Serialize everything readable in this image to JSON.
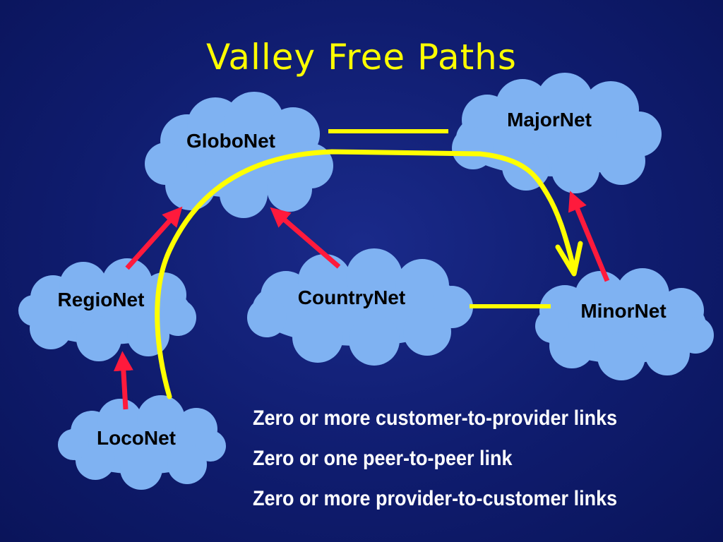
{
  "slide": {
    "title": "Valley Free Paths"
  },
  "nodes": {
    "globonet": "GloboNet",
    "majornet": "MajorNet",
    "regionet": "RegioNet",
    "countrynet": "CountryNet",
    "minornet": "MinorNet",
    "loconet": "LocoNet"
  },
  "bullets": [
    "Zero or more customer-to-provider links",
    "Zero or one peer-to-peer link",
    "Zero or more provider-to-customer links"
  ],
  "colors": {
    "background": "#0f1c6e",
    "cloud": "#7fb2f2",
    "title": "#ffff00",
    "peer_link": "#ffff00",
    "customer_provider_arrow": "#ff1a3c",
    "path": "#ffff00",
    "bullet_text": "#ffffff"
  }
}
